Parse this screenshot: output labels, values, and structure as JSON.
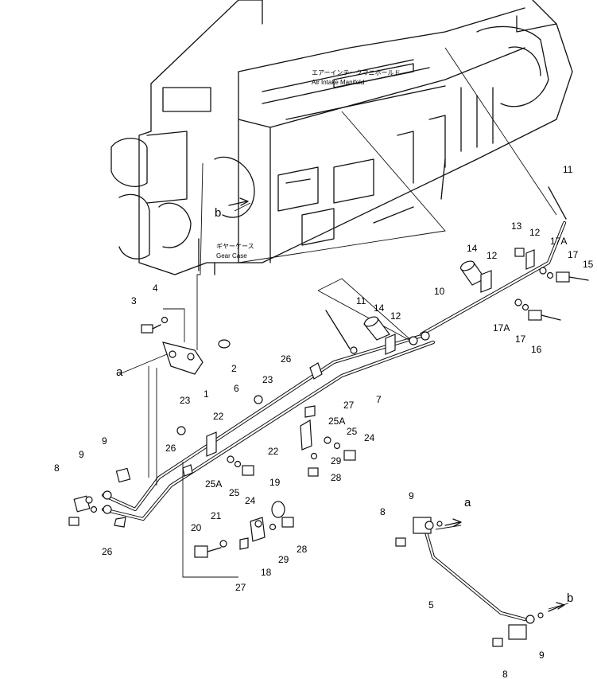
{
  "labels": {
    "air_intake_jp": "エアーインテークマニホールド",
    "air_intake_en": "Air Intake Manifold",
    "gear_case_jp": "ギヤーケース",
    "gear_case_en": "Gear Case"
  },
  "letters": {
    "a": "a",
    "b": "b"
  },
  "callouts": {
    "c1": "1",
    "c2": "2",
    "c3": "3",
    "c4": "4",
    "c5": "5",
    "c6": "6",
    "c7": "7",
    "c8": "8",
    "c9": "9",
    "c10": "10",
    "c11": "11",
    "c12": "12",
    "c13": "13",
    "c14": "14",
    "c15": "15",
    "c16": "16",
    "c17": "17",
    "c17A": "17A",
    "c18": "18",
    "c19": "19",
    "c20": "20",
    "c21": "21",
    "c22": "22",
    "c23": "23",
    "c24": "24",
    "c25": "25",
    "c25A": "25A",
    "c26": "26",
    "c27": "27",
    "c28": "28",
    "c29": "29"
  }
}
